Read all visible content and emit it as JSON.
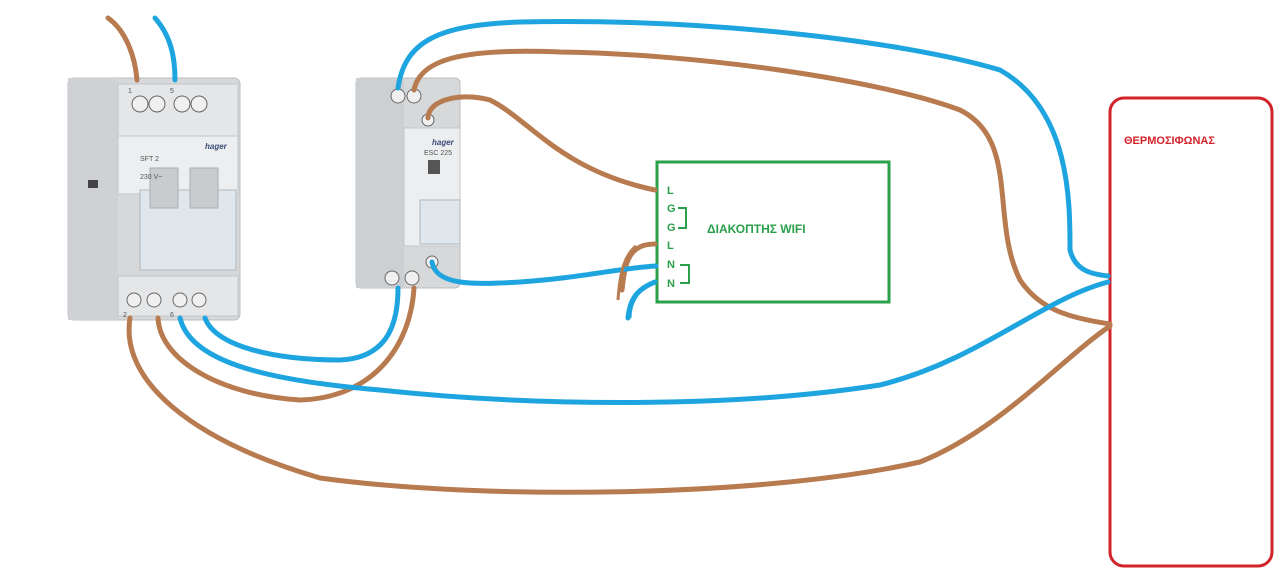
{
  "colors": {
    "live": "#b87a4f",
    "neutral": "#1ea5e0",
    "wifi_box": "#2aa04a",
    "heater_box": "#d2232a",
    "device_body": "#d8dadc"
  },
  "breaker": {
    "brand": "hager",
    "model": "SFT 2",
    "rating": "230 V~",
    "top_terminals": [
      "1",
      "5"
    ],
    "bottom_terminals": [
      "2",
      "6"
    ]
  },
  "contactor": {
    "brand": "hager",
    "model": "ESC 225"
  },
  "wifi_switch": {
    "title": "ΔΙΑΚΟΠΤΗΣ WIFI",
    "terminals": [
      "L",
      "G",
      "G",
      "L",
      "N",
      "N"
    ]
  },
  "heater": {
    "title": "ΘΕΡΜΟΣΙΦΩΝΑΣ"
  }
}
